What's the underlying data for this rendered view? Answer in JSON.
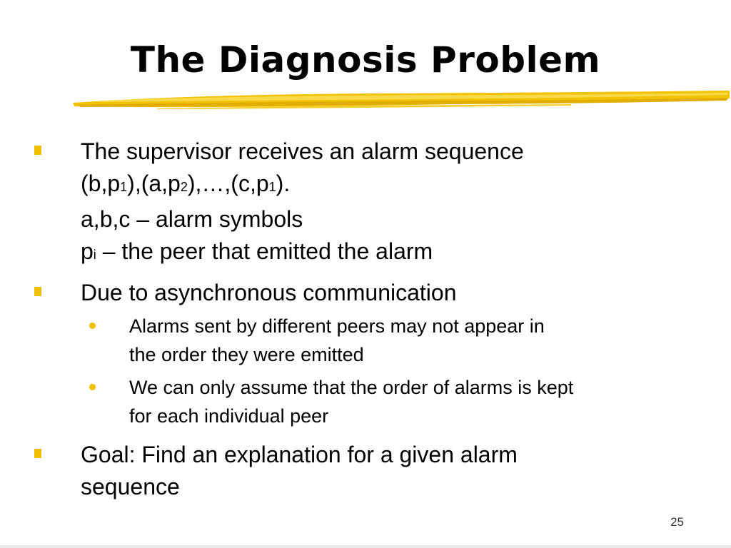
{
  "slide": {
    "title": "The Diagnosis Problem",
    "accent_color": "#f0c000",
    "page_number": "25"
  },
  "bullets": [
    {
      "lines": [
        {
          "parts": [
            "The supervisor receives an alarm sequence"
          ]
        },
        {
          "parts": [
            "(b,p",
            "1",
            "),(a,p",
            "2",
            "),…,(c,p",
            "1",
            ")."
          ]
        },
        {
          "parts": [
            "a,b,c – alarm symbols"
          ]
        },
        {
          "parts": [
            "p",
            "i",
            " – the peer that emitted the alarm"
          ]
        }
      ]
    },
    {
      "lines": [
        {
          "parts": [
            "Due to asynchronous communication"
          ]
        }
      ],
      "subitems": [
        {
          "lines": [
            "Alarms sent by different peers may not appear in",
            "the order they were emitted"
          ]
        },
        {
          "lines": [
            "We can only assume that the order of alarms is kept",
            "for each individual peer"
          ]
        }
      ]
    },
    {
      "lines": [
        {
          "parts": [
            "Goal: Find an explanation for a given alarm"
          ]
        },
        {
          "parts": [
            "sequence"
          ]
        }
      ]
    }
  ]
}
